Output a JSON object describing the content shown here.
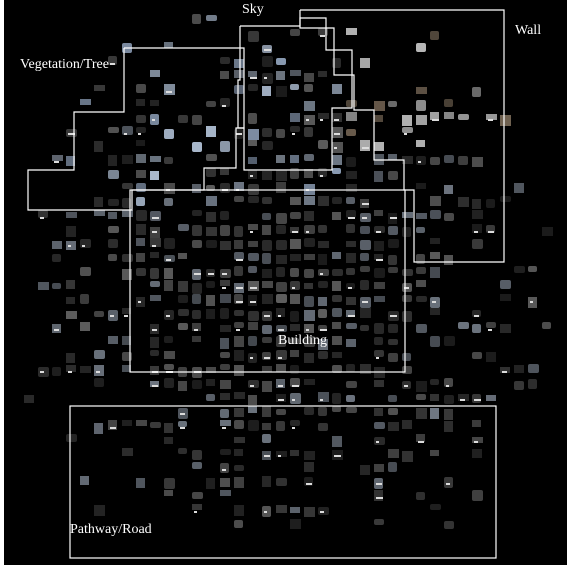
{
  "image": {
    "background": "#000000",
    "outline_color": "#ffffff"
  },
  "regions": {
    "sky": {
      "label": "Sky"
    },
    "wall": {
      "label": "Wall"
    },
    "vegetation_tree": {
      "label": "Vegetation/Tree"
    },
    "building": {
      "label": "Building"
    },
    "pathway_road": {
      "label": "Pathway/Road"
    }
  },
  "tile_palette": [
    "#2b2b2b",
    "#3a3a3a",
    "#4d4d4d",
    "#5e5e5e",
    "#6e7681",
    "#8a9bb3",
    "#a9b8cc",
    "#1e1e1e",
    "#7a6a58",
    "#9a9a9a",
    "#b0b0b0",
    "#c8c8c8"
  ]
}
